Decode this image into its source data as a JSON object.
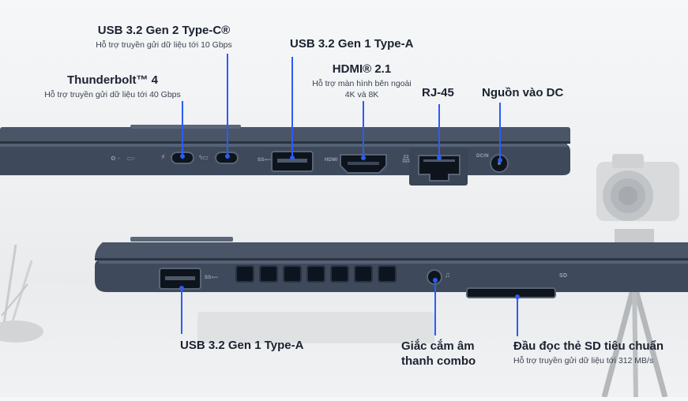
{
  "top_ports": {
    "usb_c_gen2": {
      "title": "USB 3.2 Gen 2 Type-C®",
      "desc": "Hỗ trợ truyền gửi dữ liệu tới 10 Gbps"
    },
    "thunderbolt": {
      "title": "Thunderbolt™ 4",
      "desc": "Hỗ trợ truyền gửi dữ liệu tới 40 Gbps"
    },
    "usb_a_gen1": {
      "title": "USB 3.2 Gen 1 Type-A"
    },
    "hdmi": {
      "title": "HDMI® 2.1",
      "desc_line1": "Hỗ trợ màn hình bên ngoài",
      "desc_line2": "4K và 8K"
    },
    "rj45": {
      "title": "RJ-45"
    },
    "dc_in": {
      "title": "Nguồn vào DC"
    }
  },
  "bottom_ports": {
    "usb_a_gen1": {
      "title": "USB 3.2 Gen 1 Type-A"
    },
    "audio_jack": {
      "title_line1": "Giắc cắm âm",
      "title_line2": "thanh combo"
    },
    "sd_reader": {
      "title": "Đầu đọc thẻ SD tiêu chuẩn",
      "desc": "Hỗ trợ truyền gửi dữ liệu tới 312 MB/s"
    }
  },
  "icons": [
    "thunderbolt-icon",
    "usb-ss-icon",
    "hdmi-icon",
    "network-icon",
    "dc-in-icon",
    "headphone-icon",
    "sd-card-icon",
    "camera"
  ],
  "port_marks": {
    "usb_ss": "SS⟵",
    "hdmi": "HDMI",
    "dcin": "DCIN",
    "sd": "SD"
  },
  "colors": {
    "accent": "#2c5cf6",
    "laptop_body": "#3b4657",
    "text": "#1b2230"
  }
}
